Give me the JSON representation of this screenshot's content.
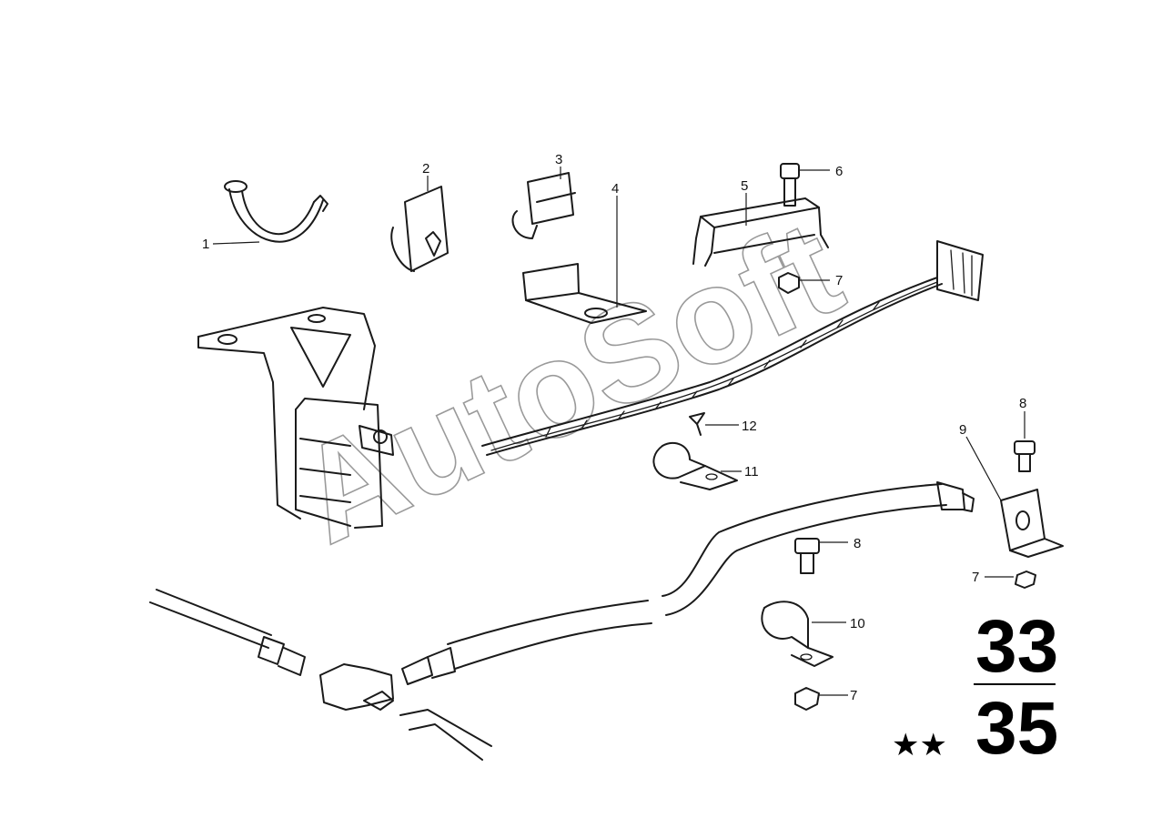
{
  "labels": {
    "p1": "1",
    "p2": "2",
    "p3": "3",
    "p4": "4",
    "p5": "5",
    "p6": "6",
    "p7a": "7",
    "p8a": "8",
    "p9": "9",
    "p8b": "8",
    "p7b": "7",
    "p10": "10",
    "p7c": "7",
    "p11": "11",
    "p12": "12"
  },
  "group": {
    "top": "33",
    "bottom": "35",
    "stars": "★★"
  },
  "watermark": "AutoSoft",
  "colors": {
    "ink": "#1a1a1a",
    "watermark": "#9a9a9a",
    "background": "#ffffff"
  }
}
